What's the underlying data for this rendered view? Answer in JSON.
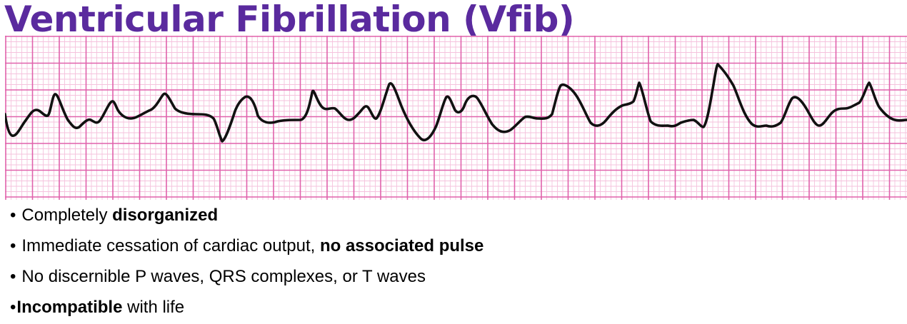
{
  "title": "Ventricular Fibrillation (Vfib)",
  "colors": {
    "title": "#5a2a9e",
    "grid_minor": "#f5c2dd",
    "grid_major": "#e062ac",
    "trace": "#111111"
  },
  "bullets": [
    {
      "marker": "•",
      "before": "Completely ",
      "bold": "disorganized",
      "after": ""
    },
    {
      "marker": "•",
      "before": "Immediate cessation of cardiac output, ",
      "bold": "no associated pulse",
      "after": ""
    },
    {
      "marker": "•",
      "before": "No discernible P waves, QRS complexes, or T waves",
      "bold": "",
      "after": ""
    },
    {
      "marker": "•",
      "before": "",
      "bold": "Incompatible",
      "after": " with life"
    }
  ]
}
